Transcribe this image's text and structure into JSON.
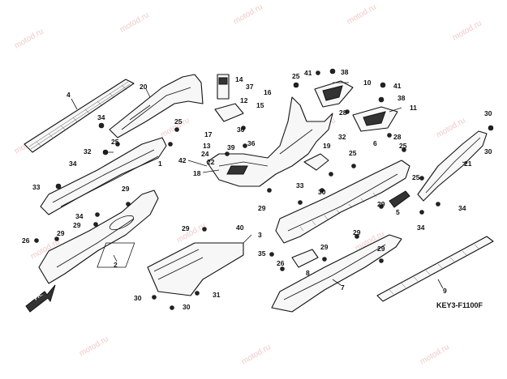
{
  "watermark": "motod.ru",
  "diagram_code": "KEY3-F1100F",
  "fr_label": "FR.",
  "callouts": {
    "c2": "2",
    "c3": "3",
    "c4": "4",
    "c5": "5",
    "c6": "6",
    "c7": "7",
    "c8": "8",
    "c9": "9",
    "c10": "10",
    "c11": "11",
    "c12": "12",
    "c13": "13",
    "c14": "14",
    "c15": "15",
    "c16": "16",
    "c17": "17",
    "c18": "18",
    "c19": "19",
    "c20": "20",
    "c21": "21",
    "c22": "22",
    "c24": "24",
    "c25": "25",
    "c26": "26",
    "c28": "28",
    "c29": "29",
    "c30": "30",
    "c31": "31",
    "c32": "32",
    "c33": "33",
    "c34": "34",
    "c35": "35",
    "c36": "36",
    "c37": "37",
    "c38": "38",
    "c39": "39",
    "c40": "40",
    "c41": "41",
    "c42": "42"
  }
}
